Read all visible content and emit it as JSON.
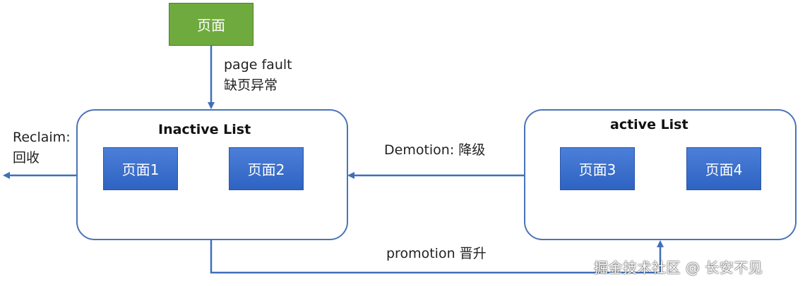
{
  "top_page": {
    "label": "页面"
  },
  "page_fault": {
    "line1": "page fault",
    "line2": "缺页异常"
  },
  "reclaim": {
    "line1": "Reclaim:",
    "line2": "回收"
  },
  "inactive_list": {
    "title": "Inactive List",
    "pages": [
      "页面1",
      "页面2"
    ]
  },
  "active_list": {
    "title": "active List",
    "pages": [
      "页面3",
      "页面4"
    ]
  },
  "demotion": {
    "label": "Demotion: 降级"
  },
  "promotion": {
    "label": "promotion 晋升"
  },
  "watermark": {
    "text": "掘金技术社区 @ 长安不见"
  },
  "colors": {
    "line": "#3f6fba",
    "blue_page": "#3a6fcf",
    "green_page": "#6faa3e",
    "container_border": "#4a74b8"
  }
}
